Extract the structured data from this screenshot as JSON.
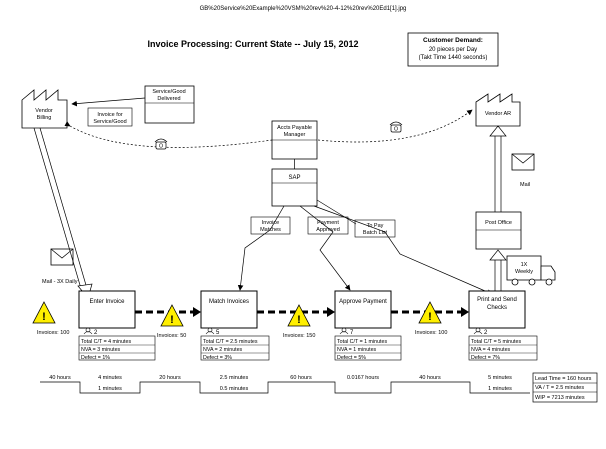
{
  "header_filename": "GB%20Service%20Example%20VSM%20rev%20-4-12%20rev%20Ed1[1].jpg",
  "title": "Invoice Processing: Current State -- July 15, 2012",
  "customer_demand": {
    "title": "Customer Demand:",
    "line1": "20 pieces per Day",
    "line2": "(Takt Time 1440 seconds)"
  },
  "entities": {
    "vendor_billing": "Vendor Billing",
    "vendor_ar": "Vendor AR",
    "service_good_delivered": "Service/Good Delivered",
    "invoice_for_service": "Invoice for Service/Good",
    "accts_payable_manager": "Accts Payable Manager",
    "sap": "SAP",
    "post_office": "Post Office",
    "mail_label": "Mail",
    "mail_3x_label": "Mail - 3X Daily",
    "truck_label": "1X Weekly"
  },
  "info_flags": {
    "invoice_matches": "Invoice Matches",
    "payment_approved": "Payment Approved",
    "to_pay_batch_list": "To Pay Batch List"
  },
  "processes": [
    {
      "name": "Enter Invoice",
      "operators": "2",
      "ct": "Total C/T = 4 minutes",
      "nva": "NVA = 3 minutes",
      "defect": "Defect = 1%"
    },
    {
      "name": "Match Invoices",
      "operators": "5",
      "ct": "Total C/T = 2.5 minutes",
      "nva": "NVA = 2 minutes",
      "defect": "Defect = 3%"
    },
    {
      "name": "Approve Payment",
      "operators": "7",
      "ct": "Total C/T = 1 minutes",
      "nva": "NVA = 1 minutes",
      "defect": "Defect = 5%"
    },
    {
      "name": "Print and Send Checks",
      "operators": "2",
      "ct": "Total C/T = 5 minutes",
      "nva": "NVA = 4 minutes",
      "defect": "Defect = 7%"
    }
  ],
  "inventories": [
    "Invoices: 100",
    "Invoices: 50",
    "Invoices: 150",
    "Invoices: 100"
  ],
  "timeline": {
    "wait_times": [
      "40 hours",
      "20 hours",
      "60 hours",
      "40 hours"
    ],
    "cycle_times": [
      "4 minutes",
      "2.5 minutes",
      "0.0167 hours",
      "5 minutes"
    ],
    "value_times": [
      "1 minutes",
      "0.5 minutes",
      "",
      "1 minutes"
    ]
  },
  "summary": {
    "lead_time": "Lead Time = 160 hours",
    "va_t": "VA / T = 2.5 minutes",
    "wip": "WIP = 7213 minutes"
  }
}
